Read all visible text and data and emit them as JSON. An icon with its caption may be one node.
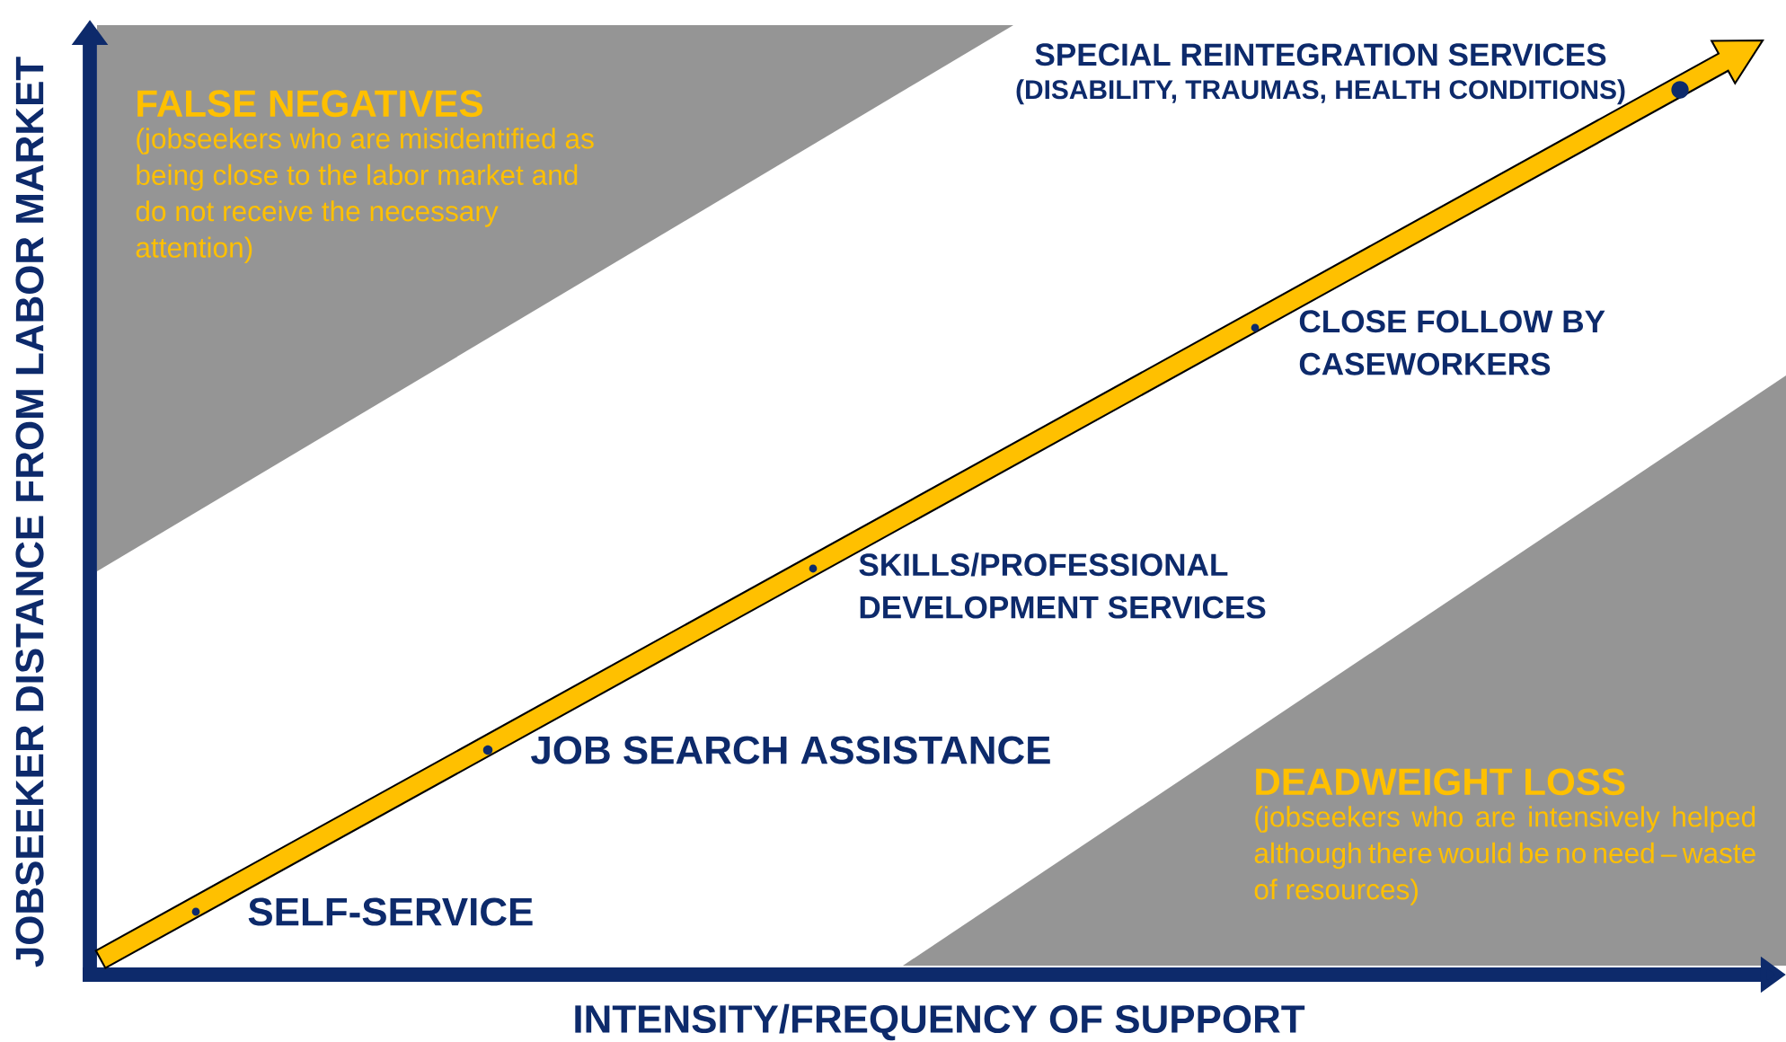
{
  "diagram": {
    "labels": [
      "SPECIAL REINTEGRATION SERVICES",
      "(DISABILITY, TRAUMAS, HEALTH CONDITIONS)",
      "CLOSE FOLLOW BY CASEWORKERS",
      "SKILLS/PROFESSIONAL DEVELOPMENT SERVICES",
      "JOB SEARCH ASSISTANCE",
      "SELF-SERVICE",
      "JOBSEEKER DISTANCE FROM LABOR MARKET",
      "INTENSITY/FREQUENCY OF SUPPORT",
      "FALSE NEGATIVES",
      "(jobseekers who are misidentified as being close to the labor market and do not receive the necessary attention)",
      "DEADWEIGHT LOSS",
      "(jobseekers who are intensively helped although there would be no need – waste of resources)"
    ]
  }
}
